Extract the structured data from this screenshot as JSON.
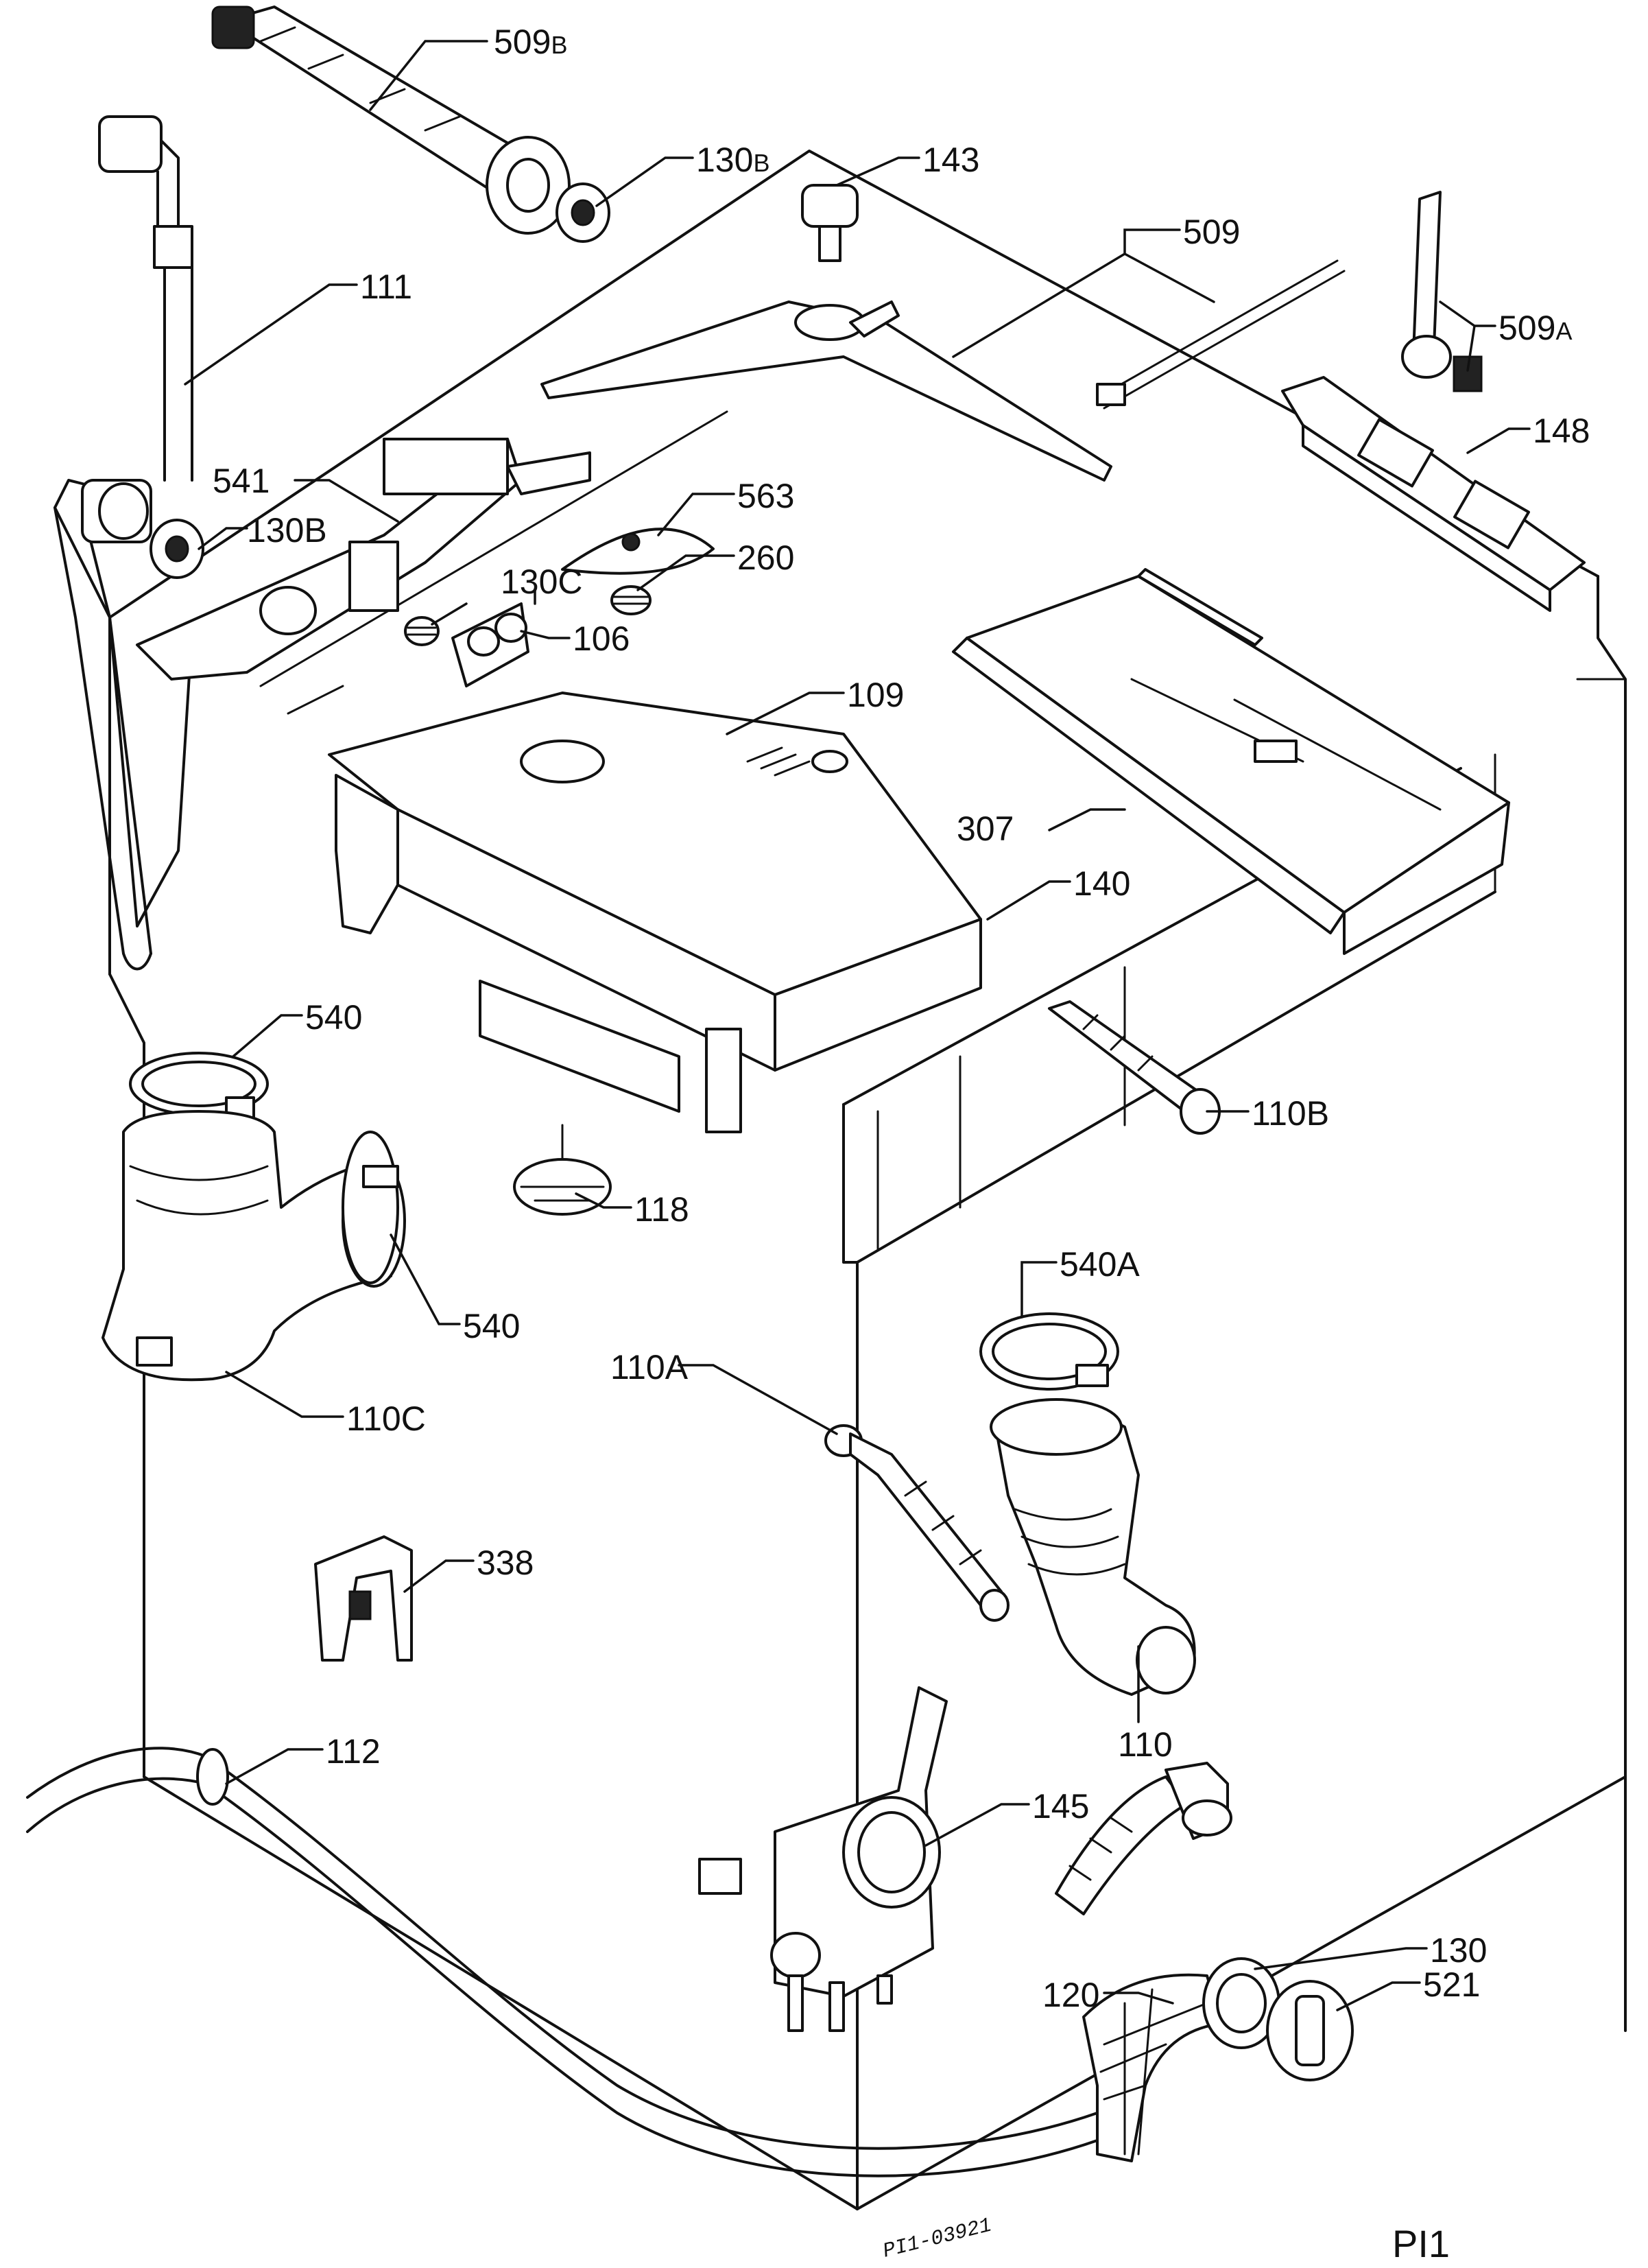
{
  "labels": {
    "l509b": "509",
    "l509b_s": "B",
    "l130b_top": "130",
    "l130b_top_s": "B",
    "l143": "143",
    "l509": "509",
    "l509a": "509",
    "l509a_s": "A",
    "l111": "111",
    "l541": "541",
    "l130b_mid": "130B",
    "l563": "563",
    "l260": "260",
    "l130c": "130C",
    "l106": "106",
    "l148": "148",
    "l109": "109",
    "l307": "307",
    "l140": "140",
    "l540_top": "540",
    "l110b": "110B",
    "l118": "118",
    "l540_mid": "540",
    "l110c": "110C",
    "l540a": "540A",
    "l110a": "110A",
    "l338": "338",
    "l110": "110",
    "l112": "112",
    "l145": "145",
    "l130": "130",
    "l120": "120",
    "l521": "521"
  },
  "drawing_code": "PI1-03921",
  "plate_id": "PI1"
}
